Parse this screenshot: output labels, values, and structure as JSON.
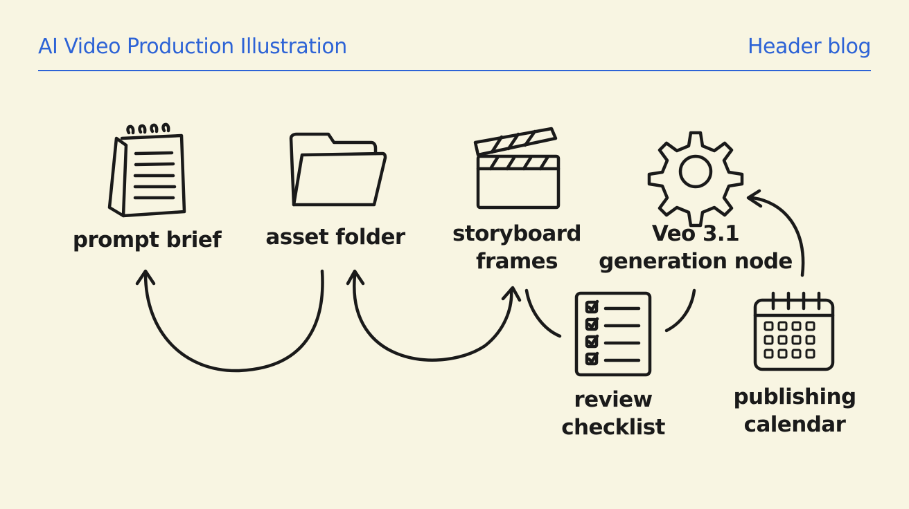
{
  "header": {
    "title": "AI Video Production Illustration",
    "tag": "Header blog"
  },
  "colors": {
    "background": "#f8f5e2",
    "accent": "#2d63d6",
    "ink": "#1a1a1a"
  },
  "nodes": [
    {
      "icon": "notepad-icon",
      "lines": [
        "prompt brief"
      ]
    },
    {
      "icon": "folder-icon",
      "lines": [
        "asset folder"
      ]
    },
    {
      "icon": "clapperboard-icon",
      "lines": [
        "storyboard",
        "frames"
      ]
    },
    {
      "icon": "gear-icon",
      "lines": [
        "Veo 3.1",
        "generation node"
      ]
    },
    {
      "icon": "checklist-icon",
      "lines": [
        "review",
        "checklist"
      ]
    },
    {
      "icon": "calendar-icon",
      "lines": [
        "publishing",
        "calendar"
      ]
    }
  ]
}
